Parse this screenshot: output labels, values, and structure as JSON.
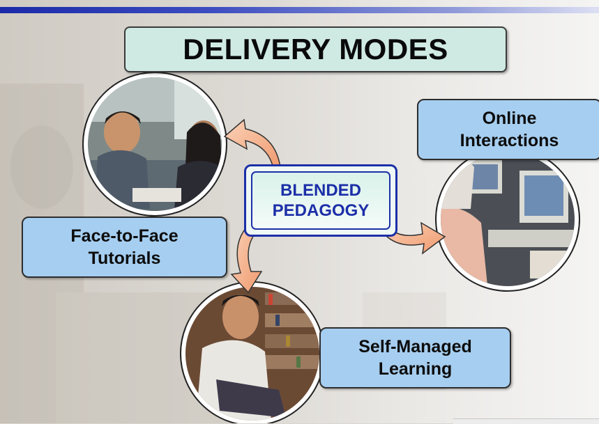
{
  "title": "DELIVERY MODES",
  "center": {
    "label": "BLENDED\nPEDAGOGY"
  },
  "modes": [
    {
      "id": "online",
      "label": "Online\nInteractions"
    },
    {
      "id": "face",
      "label": "Face-to-Face\nTutorials"
    },
    {
      "id": "self",
      "label": "Self-Managed\nLearning"
    }
  ],
  "colors": {
    "accent_blue": "#1c2fa8",
    "label_fill": "#a6cef0",
    "title_fill": "#cfeae3",
    "arrow_fill": "#f5b18c"
  }
}
